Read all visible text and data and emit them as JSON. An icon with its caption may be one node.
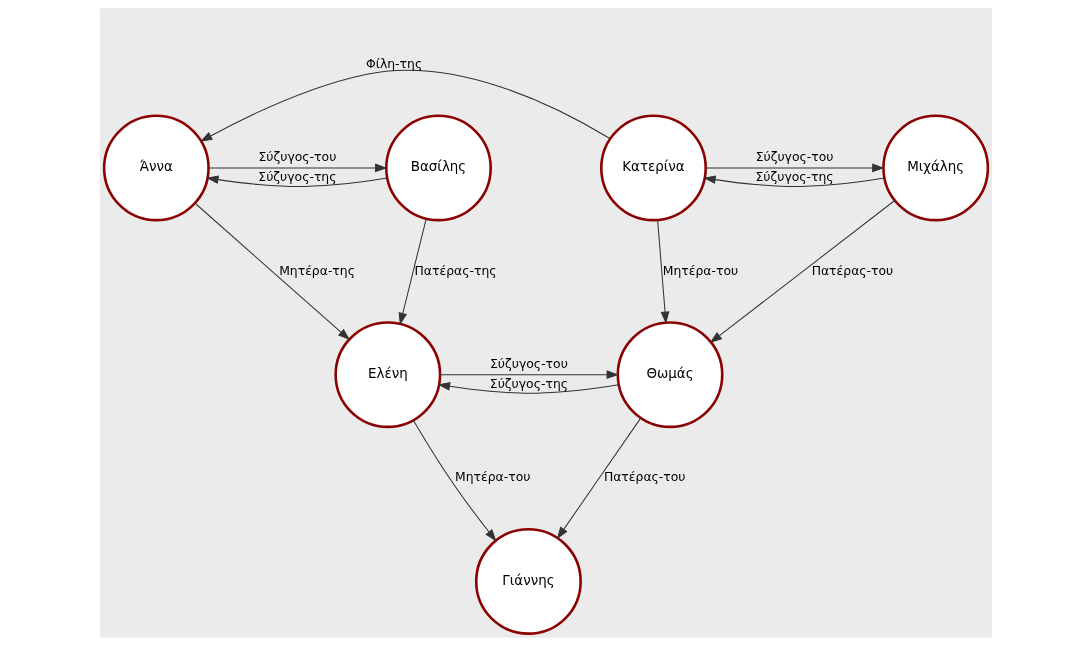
{
  "diagram": {
    "nodes": [
      {
        "text": [
          "Άννα"
        ]
      },
      {
        "text": [
          "Βασίλης"
        ]
      },
      {
        "text": [
          "Κατερίνα"
        ]
      },
      {
        "text": [
          "Μιχάλης"
        ]
      },
      {
        "text": [
          "Ελένη"
        ]
      },
      {
        "text": [
          "Θωμάς"
        ]
      },
      {
        "text": [
          "Γιάννης"
        ]
      }
    ],
    "edges": [
      {
        "from": 2,
        "to": 0,
        "arrow": "to",
        "label": "Φίλη-της"
      },
      {
        "from": 0,
        "to": 1,
        "arrow": "to",
        "label": "Σύζυγος-του"
      },
      {
        "from": 1,
        "to": 0,
        "arrow": "to",
        "label": "Σύζυγος-της"
      },
      {
        "from": 2,
        "to": 3,
        "arrow": "to",
        "label": "Σύζυγος-του"
      },
      {
        "from": 3,
        "to": 2,
        "arrow": "to",
        "label": "Σύζυγος-της"
      },
      {
        "from": 0,
        "to": 4,
        "arrow": "to",
        "label": "Μητέρα-της"
      },
      {
        "from": 1,
        "to": 4,
        "arrow": "to",
        "label": "Πατέρας-της"
      },
      {
        "from": 2,
        "to": 5,
        "arrow": "to",
        "label": "Μητέρα-του"
      },
      {
        "from": 3,
        "to": 5,
        "arrow": "to",
        "label": "Πατέρας-του"
      },
      {
        "from": 4,
        "to": 5,
        "arrow": "to",
        "label": "Σύζυγος-του"
      },
      {
        "from": 5,
        "to": 4,
        "arrow": "to",
        "label": "Σύζυγος-της"
      },
      {
        "from": 4,
        "to": 6,
        "arrow": "to",
        "label": "Μητέρα-του"
      },
      {
        "from": 5,
        "to": 6,
        "arrow": "to",
        "label": "Πατέρας-του"
      }
    ]
  }
}
